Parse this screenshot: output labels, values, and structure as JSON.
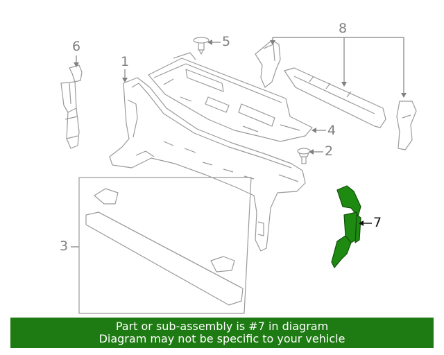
{
  "callouts": {
    "c1": "1",
    "c2": "2",
    "c3": "3",
    "c4": "4",
    "c5": "5",
    "c6": "6",
    "c7": "7",
    "c8": "8"
  },
  "highlighted_part": "7",
  "banner": {
    "line1": "Part or sub-assembly is #7 in diagram",
    "line2": "Diagram may not be specific to your vehicle"
  },
  "colors": {
    "line_art": "#9a9a9a",
    "highlight_fill": "#1e8a12",
    "banner_bg": "#1e7a12",
    "banner_text": "#ffffff"
  }
}
